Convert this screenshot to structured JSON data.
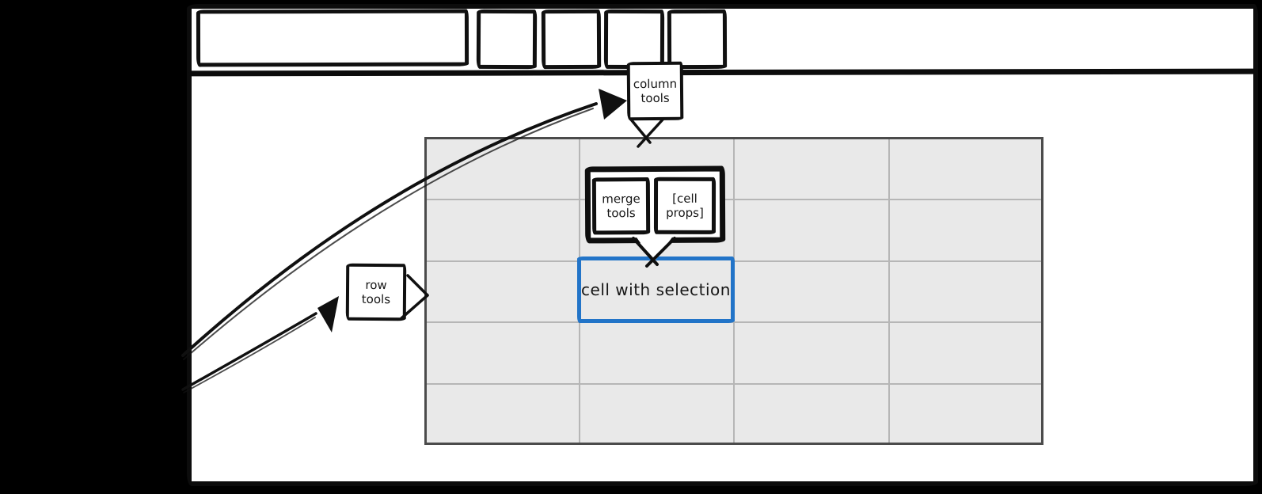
{
  "colors": {
    "canvas_bg": "#000000",
    "window_bg": "#ffffff",
    "ink": "#101010",
    "cell_fill": "#e9e9e9",
    "grid_line": "#b6b6b6",
    "table_border": "#4b4b4b",
    "selection_blue": "#2274c8"
  },
  "toolbar": {
    "address_bar_value": "",
    "button_count": 4
  },
  "callouts": {
    "column_tools": {
      "label": "column tools"
    },
    "row_tools": {
      "label": "row tools"
    },
    "merge_tools": {
      "label": "merge tools"
    },
    "cell_props": {
      "label": "[cell props]"
    }
  },
  "table": {
    "rows": 5,
    "cols": 4,
    "selected_cell": {
      "row": 3,
      "col": 2,
      "label": "cell with selection"
    }
  }
}
